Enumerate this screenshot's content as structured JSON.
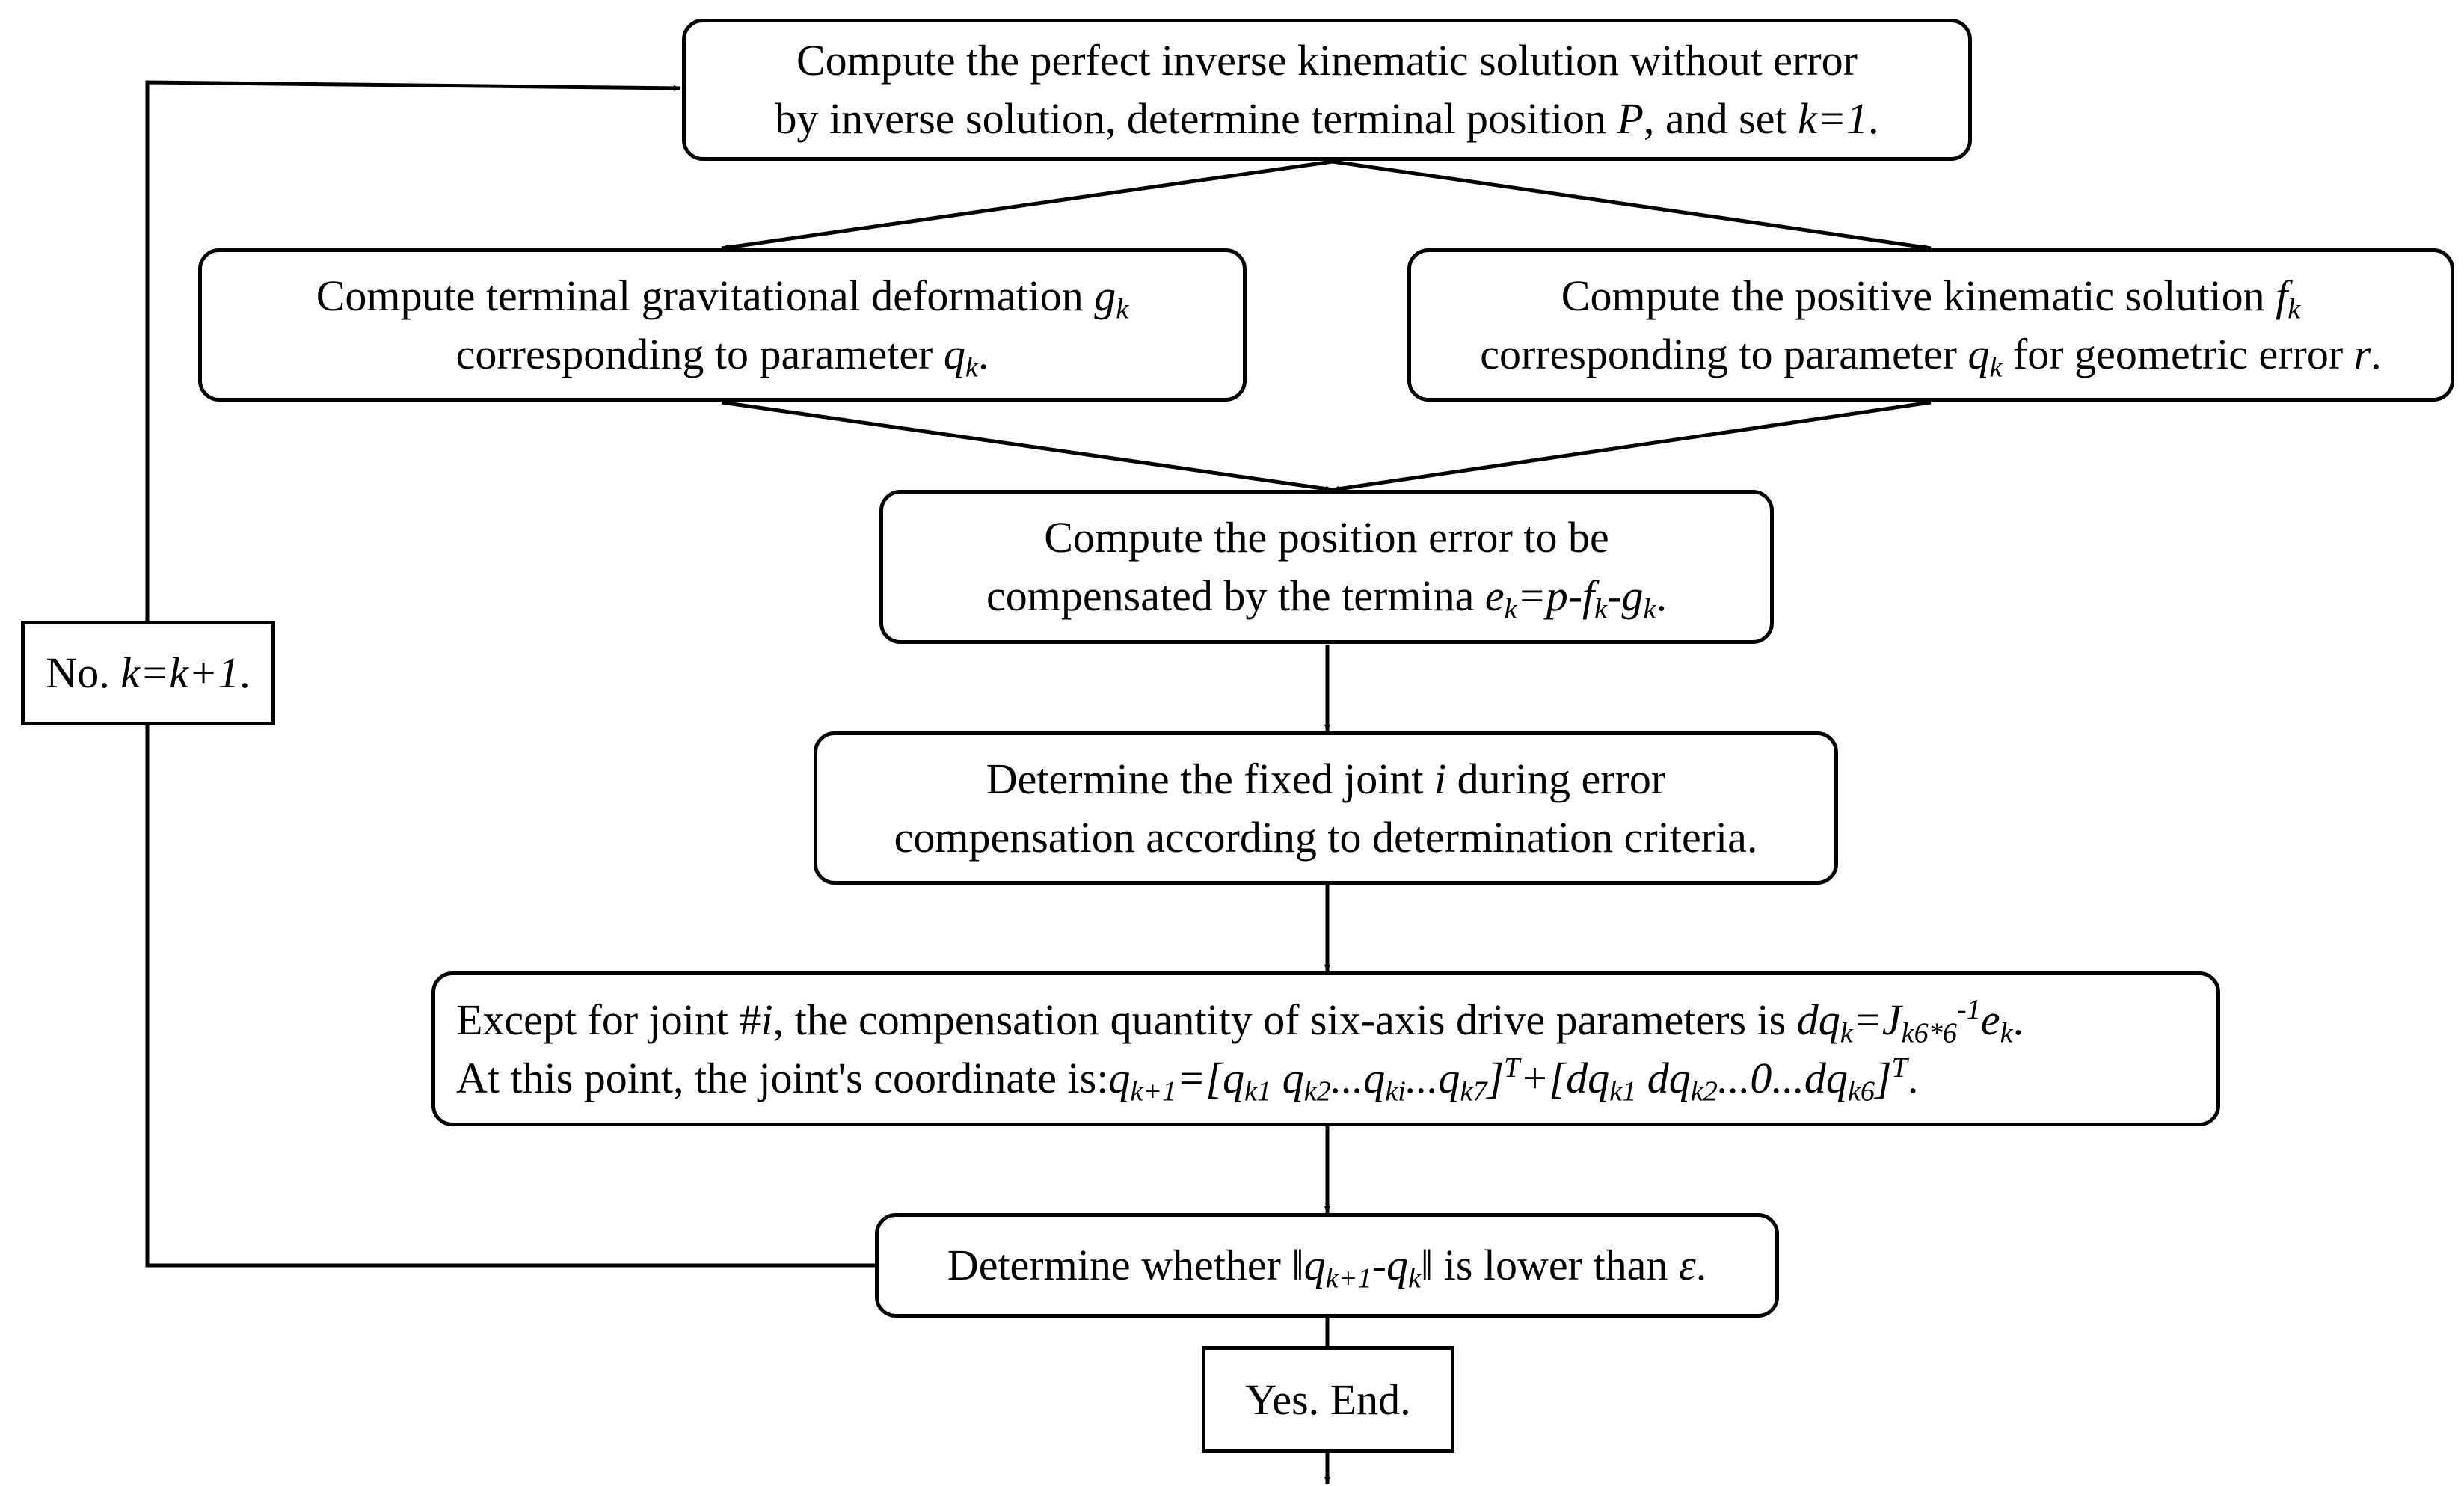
{
  "nodes": {
    "start": {
      "line1": "Compute the perfect inverse kinematic solution without error",
      "line2_a": "by inverse solution, determine terminal position ",
      "line2_P": "P",
      "line2_b": ", and set ",
      "line2_k": "k=1",
      "line2_c": "."
    },
    "gravity": {
      "line1_a": "Compute terminal gravitational deformation ",
      "g": "g",
      "g_sub": "k",
      "line2_a": "corresponding to parameter ",
      "q": "q",
      "q_sub": "k",
      "line2_end": "."
    },
    "kinematic": {
      "line1_a": "Compute the positive kinematic solution ",
      "f": "f",
      "f_sub": "k",
      "line2_a": "corresponding to parameter ",
      "q": "q",
      "q_sub": "k",
      "line2_b": " for geometric error ",
      "r": "r",
      "line2_end": "."
    },
    "position_error": {
      "line1": "Compute the position error to be",
      "line2_a": "compensated by the termina ",
      "e": "e",
      "e_sub": "k",
      "eq_a": "=p-f",
      "f_sub": "k",
      "eq_b": "-g",
      "g_sub": "k",
      "line2_end": "."
    },
    "fixed_joint": {
      "line1_a": "Determine the fixed joint ",
      "i": "i",
      "line1_b": " during error",
      "line2": "compensation according to determination criteria."
    },
    "compensation": {
      "l1_a": "Except for joint #",
      "l1_i": "i",
      "l1_b": ", the compensation quantity of six-axis drive parameters is ",
      "dq": "dq",
      "dq_sub": "k",
      "eq": "=J",
      "J_sub": "k6*6",
      "J_sup": "-1",
      "e": "e",
      "e_sub": "k",
      "l1_end": ".",
      "l2_a": "At this point, the joint's coordinate is:",
      "q": "q",
      "q_next_sub": "k+1",
      "l2_eq": "=[q",
      "q1_sub": "k1",
      "l2_sp1": " q",
      "q2_sub": "k2",
      "l2_dots1": "...q",
      "qi_sub": "ki",
      "l2_dots2": "...q",
      "q7_sub": "k7",
      "l2_close1": "]",
      "T1": "T",
      "l2_plus": "+[dq",
      "dq1_sub": "k1",
      "l2_sp2": " dq",
      "dq2_sub": "k2",
      "l2_dots3": "...0...dq",
      "dq6_sub": "k6",
      "l2_close2": "]",
      "T2": "T",
      "l2_end": "."
    },
    "decision": {
      "a": "Determine whether ‖",
      "q": "q",
      "q_sub": "k+1",
      "minus": "-q",
      "qk_sub": "k",
      "b": "‖ is lower than ",
      "eps": "ε",
      "end": "."
    },
    "no_loop": {
      "a": "No. ",
      "k": "k=k+1",
      "end": "."
    },
    "end": {
      "text": "Yes. End."
    }
  }
}
